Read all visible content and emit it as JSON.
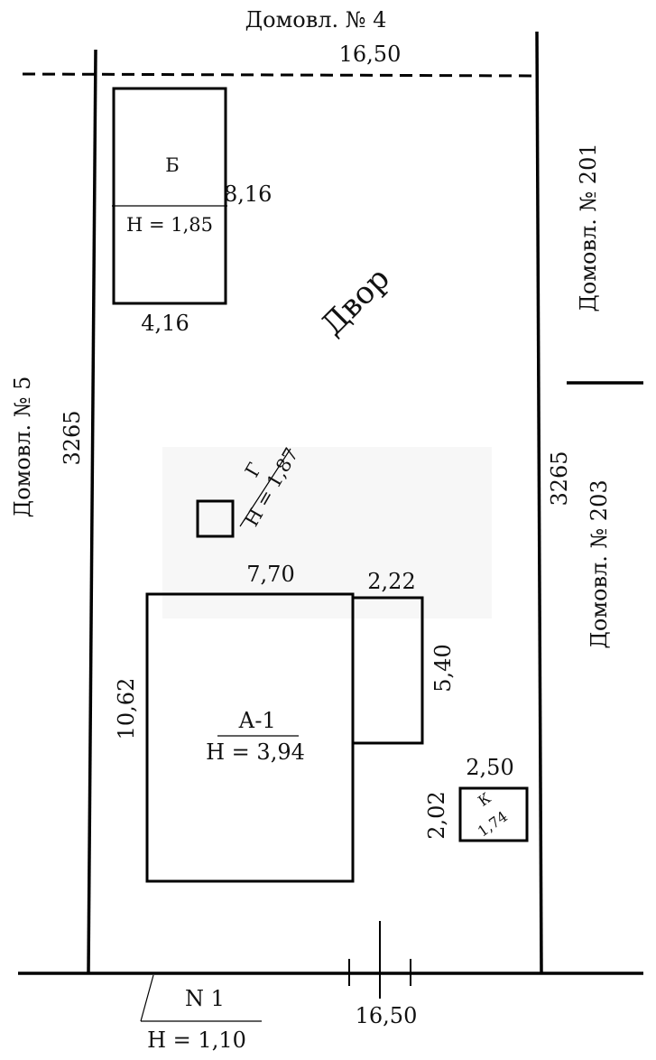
{
  "neighbors": {
    "top": "Домовл. № 4",
    "left": "Домовл. № 5",
    "right_upper": "Домовл. № 201",
    "right_lower": "Домовл. № 203"
  },
  "yard_label": "Двор",
  "dimensions": {
    "top_edge": "16,50",
    "bottom_edge": "16,50",
    "left_edge": "3265",
    "right_edge": "3265"
  },
  "buildings": {
    "b": {
      "name": "Б",
      "height": "Н = 1,85",
      "side_right": "8,16",
      "side_bottom": "4,16"
    },
    "g": {
      "name": "Г",
      "height": "Н = 1,87"
    },
    "a1": {
      "name": "А-1",
      "height": "Н = 3,94",
      "top": "7,70",
      "left": "10,62"
    },
    "annex": {
      "top": "2,22",
      "right": "5,40"
    },
    "k": {
      "name": "К",
      "height": "1,74",
      "top": "2,50",
      "left": "2,02"
    },
    "n1": {
      "name": "N 1",
      "height": "Н = 1,10"
    }
  }
}
